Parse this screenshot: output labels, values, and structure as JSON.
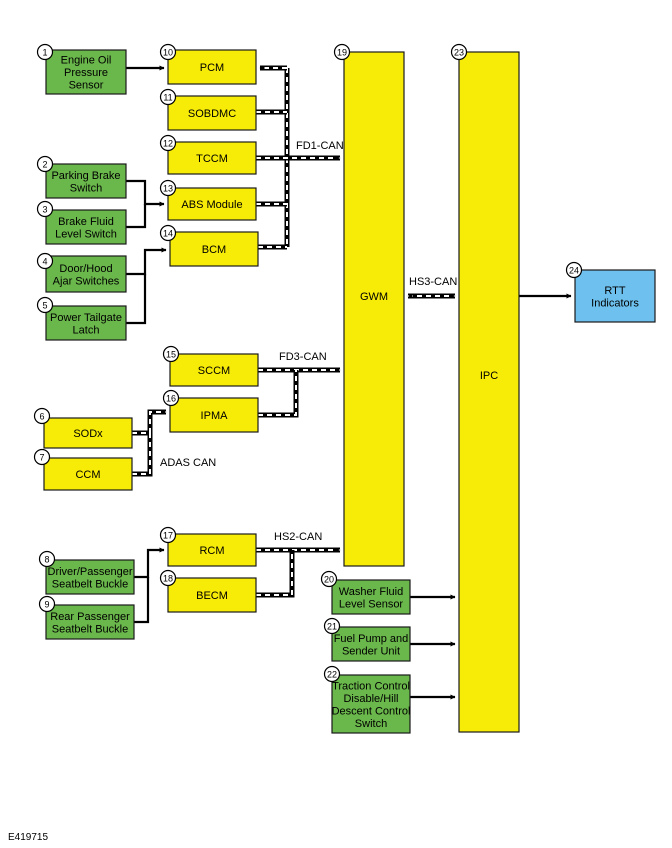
{
  "figure_id": "E419715",
  "colors": {
    "module_fill": "#f7eb08",
    "input_fill": "#6ab74b",
    "indicator_fill": "#6ec1ee",
    "outline": "#1a1a1a"
  },
  "blocks": [
    {
      "id": "b1",
      "num": "1",
      "kind": "input",
      "lines": [
        "Engine Oil",
        "Pressure",
        "Sensor"
      ]
    },
    {
      "id": "b2",
      "num": "2",
      "kind": "input",
      "lines": [
        "Parking Brake",
        "Switch"
      ]
    },
    {
      "id": "b3",
      "num": "3",
      "kind": "input",
      "lines": [
        "Brake Fluid",
        "Level Switch"
      ]
    },
    {
      "id": "b4",
      "num": "4",
      "kind": "input",
      "lines": [
        "Door/Hood",
        "Ajar Switches"
      ]
    },
    {
      "id": "b5",
      "num": "5",
      "kind": "input",
      "lines": [
        "Power Tailgate",
        "Latch"
      ]
    },
    {
      "id": "b6",
      "num": "6",
      "kind": "module",
      "lines": [
        "SODx"
      ]
    },
    {
      "id": "b7",
      "num": "7",
      "kind": "module",
      "lines": [
        "CCM"
      ]
    },
    {
      "id": "b8",
      "num": "8",
      "kind": "input",
      "lines": [
        "Driver/Passenger",
        "Seatbelt Buckle"
      ]
    },
    {
      "id": "b9",
      "num": "9",
      "kind": "input",
      "lines": [
        "Rear Passenger",
        "Seatbelt Buckle"
      ]
    },
    {
      "id": "b10",
      "num": "10",
      "kind": "module",
      "lines": [
        "PCM"
      ]
    },
    {
      "id": "b11",
      "num": "11",
      "kind": "module",
      "lines": [
        "SOBDMC"
      ]
    },
    {
      "id": "b12",
      "num": "12",
      "kind": "module",
      "lines": [
        "TCCM"
      ]
    },
    {
      "id": "b13",
      "num": "13",
      "kind": "module",
      "lines": [
        "ABS Module"
      ]
    },
    {
      "id": "b14",
      "num": "14",
      "kind": "module",
      "lines": [
        "BCM"
      ]
    },
    {
      "id": "b15",
      "num": "15",
      "kind": "module",
      "lines": [
        "SCCM"
      ]
    },
    {
      "id": "b16",
      "num": "16",
      "kind": "module",
      "lines": [
        "IPMA"
      ]
    },
    {
      "id": "b17",
      "num": "17",
      "kind": "module",
      "lines": [
        "RCM"
      ]
    },
    {
      "id": "b18",
      "num": "18",
      "kind": "module",
      "lines": [
        "BECM"
      ]
    },
    {
      "id": "b19",
      "num": "19",
      "kind": "module",
      "lines": [
        "GWM"
      ]
    },
    {
      "id": "b20",
      "num": "20",
      "kind": "input",
      "lines": [
        "Washer Fluid",
        "Level Sensor"
      ]
    },
    {
      "id": "b21",
      "num": "21",
      "kind": "input",
      "lines": [
        "Fuel Pump and",
        "Sender Unit"
      ]
    },
    {
      "id": "b22",
      "num": "22",
      "kind": "input",
      "lines": [
        "Traction Control",
        "Disable/Hill",
        "Descent Control",
        "Switch"
      ]
    },
    {
      "id": "b23",
      "num": "23",
      "kind": "module",
      "lines": [
        "IPC"
      ]
    },
    {
      "id": "b24",
      "num": "24",
      "kind": "indicator",
      "lines": [
        "RTT",
        "Indicators"
      ]
    }
  ],
  "bus_labels": {
    "fd1": "FD1-CAN",
    "fd3": "FD3-CAN",
    "hs2": "HS2-CAN",
    "hs3": "HS3-CAN",
    "adas": "ADAS CAN"
  }
}
